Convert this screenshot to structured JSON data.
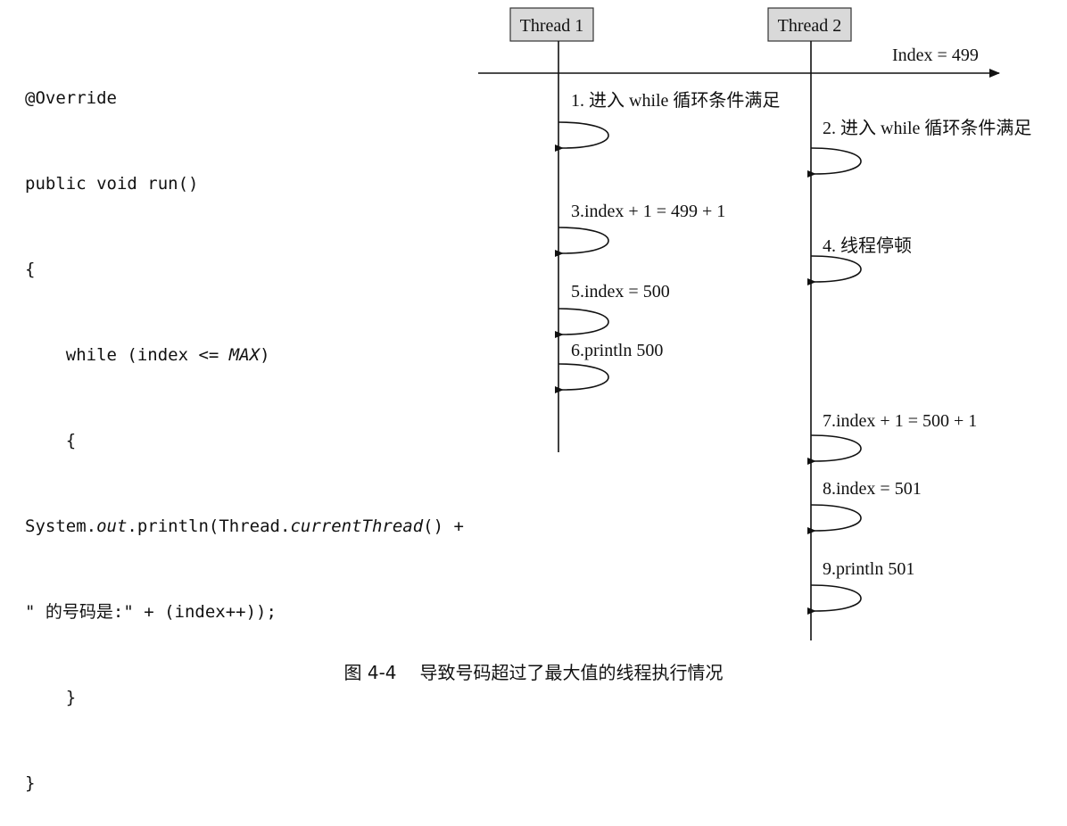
{
  "code": {
    "l1": "@Override",
    "l2": "public void run()",
    "l3": "{",
    "l4a": "    while (index <= ",
    "l4b": "MAX",
    "l4c": ")",
    "l5": "    {",
    "l6a": "System.",
    "l6b": "out",
    "l6c": ".println(Thread.",
    "l6d": "currentThread",
    "l6e": "() +",
    "l7": "\" 的号码是:\" + (index++));",
    "l8": "    }",
    "l9": "}"
  },
  "threads": {
    "t1": "Thread 1",
    "t2": "Thread 2"
  },
  "index_label": "Index = 499",
  "steps": {
    "s1": "1. 进入 while 循环条件满足",
    "s2": "2. 进入 while 循环条件满足",
    "s3": "3.index + 1 = 499 + 1",
    "s4": "4. 线程停顿",
    "s5": "5.index = 500",
    "s6": "6.println 500",
    "s7": "7.index + 1 = 500 + 1",
    "s8": "8.index = 501",
    "s9": "9.println 501"
  },
  "caption": {
    "number": "图 4-4",
    "text": "导致号码超过了最大值的线程执行情况"
  }
}
